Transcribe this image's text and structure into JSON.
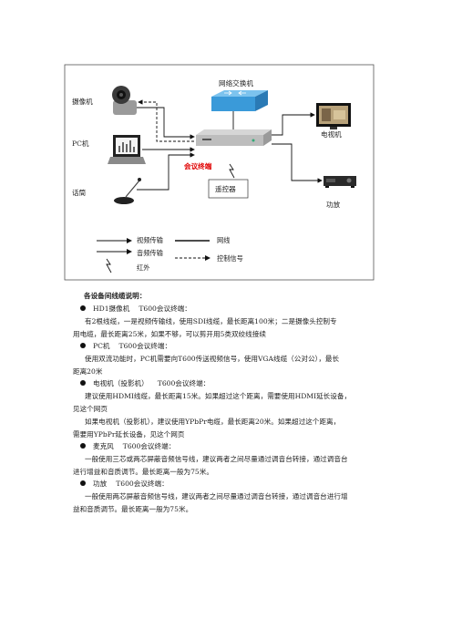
{
  "diagram": {
    "devices": {
      "camera": "摄像机",
      "pc": "PC机",
      "mic": "话筒",
      "switch": "网络交换机",
      "terminal": "会议终端",
      "remote": "遥控器",
      "tv": "电视机",
      "amp": "功放"
    },
    "legend": {
      "video": "视频传输",
      "audio": "音频传输",
      "ir": "红外",
      "network": "网线",
      "control": "控制信号"
    },
    "colors": {
      "terminal_label": "#e00000",
      "switch": "#3a9ad9",
      "frame": "#555555"
    }
  },
  "notes": {
    "title": "各设备间线缆说明：",
    "items": [
      {
        "device": "HD1摄像机",
        "target": "T600会议终端：",
        "lines": [
          "有2根线缆，一是视频传输线，使用SDI线缆，最长距离100米；二是摄像头控制专",
          "用电缆，最长距离25米，如果不够，可以剪开用5类双绞线接续"
        ]
      },
      {
        "device": "PC机",
        "target": "T600会议终端：",
        "lines": [
          "使用双流功能时，PC机需要向T600传送视频信号，使用VGA线缆（公对公），最长",
          "距离20米"
        ]
      },
      {
        "device": "电视机（投影机）",
        "target": "T600会议终端：",
        "lines": [
          "建议使用HDMI线缆，最长距离15米。如果超过这个距离，需要使用HDMI延长设备，",
          "见这个网页",
          "如果电视机（投影机），建议使用YPbPr电缆，最长距离20米。如果超过这个距离，",
          "需要用YPbPr延长设备，见这个网页"
        ]
      },
      {
        "device": "麦克风",
        "target": "T600会议终端：",
        "lines": [
          "一般使用三芯或两芯屏蔽音频信号线，建议两者之间尽量通过调音台转接，通过调音台",
          "进行增益和音质调节。最长距离一般为75米。"
        ]
      },
      {
        "device": "功放",
        "target": "T600会议终端：",
        "lines": [
          "一般使用两芯屏蔽音频信号线，建议两者之间尽量通过调音台转接，通过调音台进行增",
          "益和音质调节。最长距离一般为75米。"
        ]
      }
    ]
  }
}
